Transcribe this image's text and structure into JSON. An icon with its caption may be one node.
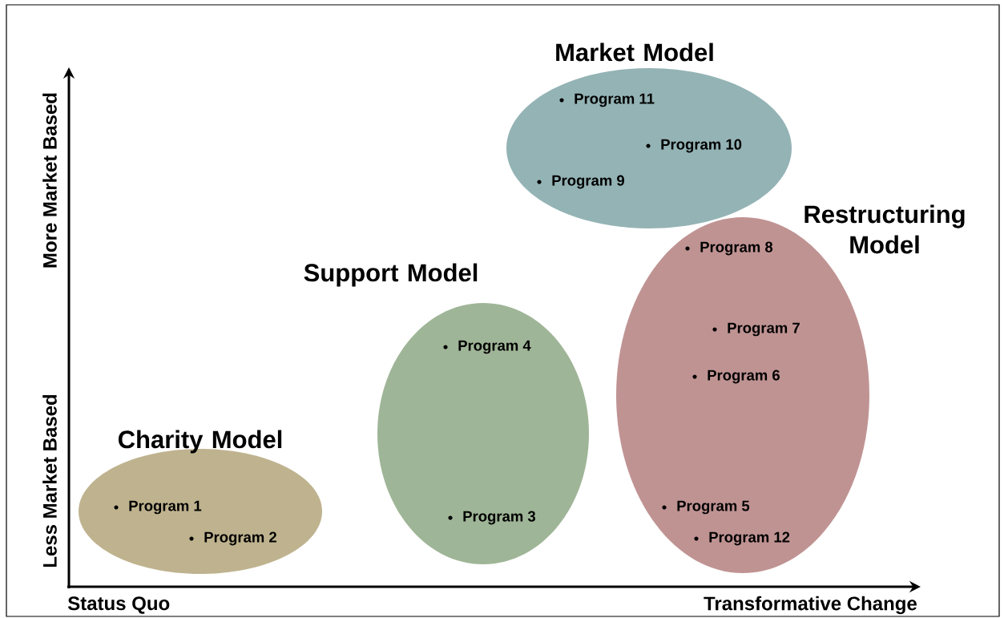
{
  "diagram": {
    "nodes": [
      {
        "text": [
          "Market Model",
          "Program 11",
          "Program 10",
          "Program 9"
        ]
      },
      {
        "text": [
          "Restructuring Model",
          "Program 8",
          "Program 7",
          "Program 6",
          "Program 5",
          "Program 12"
        ]
      },
      {
        "text": [
          "Support Model",
          "Program 4",
          "Program 3"
        ]
      },
      {
        "text": [
          "Charity Model",
          "Program 1",
          "Program 2"
        ]
      }
    ],
    "edges": [],
    "labels": [
      "More Market Based",
      "Less Market Based",
      "Status Quo",
      "Transformative Change"
    ]
  }
}
